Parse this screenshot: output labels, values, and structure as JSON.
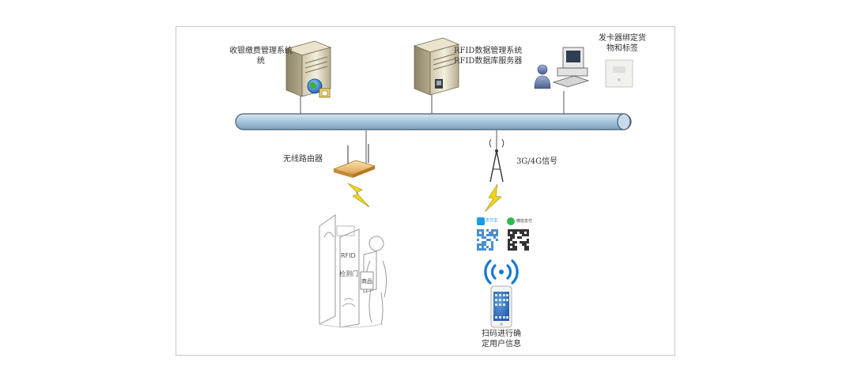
{
  "labels": {
    "billing": "收银缴费管理系统",
    "billing_cont": "统",
    "rfid_mgmt": "RFID数据管理系统",
    "rfid_db": "RFID数据库服务器",
    "issuer_1": "发卡器绑定货",
    "issuer_2": "物和标签",
    "router": "无线路由器",
    "signal": "3G/4G信号",
    "gate_rfid": "RFID",
    "gate_door": "检测门",
    "gate_goods": "商品",
    "pay_alipay": "支付宝",
    "pay_wechat": "微信支付",
    "scan_1": "扫码进行确",
    "scan_2": "定用户信息"
  },
  "colors": {
    "backbone": "#a9c8e0",
    "backbone_stroke": "#4a5d70",
    "lightning": "#f2d41c",
    "nfc": "#1478d4",
    "alipay": "#1a9be8",
    "wechat": "#2dbb4a"
  },
  "icons": [
    "server-icon",
    "globe-icon",
    "user-icon",
    "workstation-icon",
    "card-issuer-icon",
    "router-icon",
    "antenna-icon",
    "lightning-icon",
    "rfid-gate-icon",
    "qr-code-icon",
    "nfc-signal-icon",
    "smartphone-icon"
  ]
}
